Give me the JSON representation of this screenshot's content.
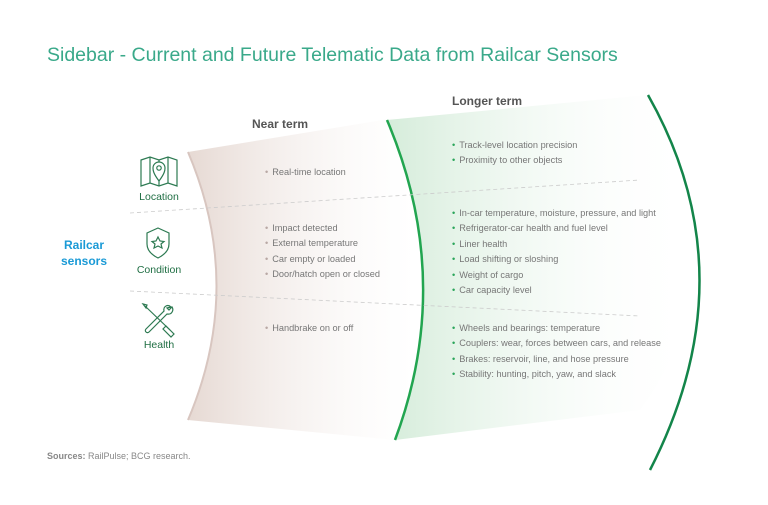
{
  "title": "Sidebar - Current and Future Telematic Data from Railcar Sensors",
  "root_label": "Railcar sensors",
  "near_header": "Near term",
  "long_header": "Longer term",
  "categories": [
    {
      "label": "Location",
      "icon": "map-pin-icon",
      "near": [
        "Real-time location"
      ],
      "long": [
        "Track-level location precision",
        "Proximity to other objects"
      ]
    },
    {
      "label": "Condition",
      "icon": "shield-star-icon",
      "near": [
        "Impact detected",
        "External temperature",
        "Car empty or loaded",
        "Door/hatch open or closed"
      ],
      "long": [
        "In-car temperature, moisture, pressure, and light",
        "Refrigerator-car health and fuel level",
        "Liner health",
        "Load shifting or sloshing",
        "Weight of cargo",
        "Car capacity level"
      ]
    },
    {
      "label": "Health",
      "icon": "wrench-screwdriver-icon",
      "near": [
        "Handbrake on or off"
      ],
      "long": [
        "Wheels and bearings: temperature",
        "Couplers: wear, forces between cars, and release",
        "Brakes: reservoir, line, and hose pressure",
        "Stability: hunting, pitch, yaw, and slack"
      ]
    }
  ],
  "source_label": "Sources:",
  "source_text": " RailPulse; BCG research.",
  "colors": {
    "title": "#3aa98a",
    "accent_blue": "#1a9ad6",
    "green": "#1f8a4c",
    "near_fill": "#eee5e1"
  }
}
